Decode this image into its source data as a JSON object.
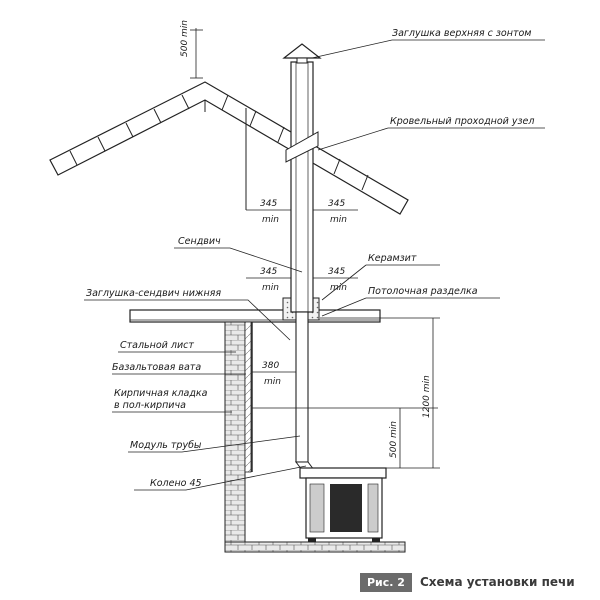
{
  "labels": {
    "top_cap": "Заглушка верхняя с зонтом",
    "roof_node": "Кровельный проходной узел",
    "sandwich": "Сендвич",
    "keramzit": "Керамзит",
    "bottom_cap": "Заглушка-сендвич нижняя",
    "ceiling_cut": "Потолочная разделка",
    "steel_sheet": "Стальной лист",
    "basalt": "Базальтовая вата",
    "brick_line1": "Кирпичная кладка",
    "brick_line2": "в пол-кирпича",
    "pipe_module": "Модуль трубы",
    "elbow": "Колено 45"
  },
  "dims": {
    "above_roof": "500 min",
    "roof_left": "345",
    "roof_right": "345",
    "ceiling_left": "345",
    "ceiling_right": "345",
    "wall_gap": "380",
    "stove_to_ceiling": "1200 min",
    "pipe_to_wall": "500 min",
    "min": "min"
  },
  "caption": {
    "tag": "Рис. 2",
    "title": "Схема установки печи"
  }
}
